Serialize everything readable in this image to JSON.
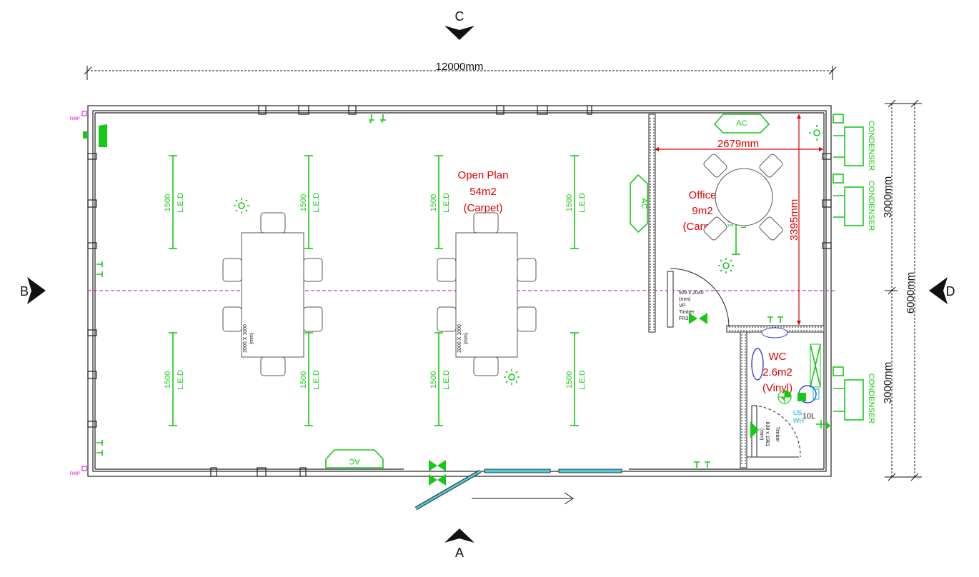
{
  "sections": {
    "top": "C",
    "bottom": "A",
    "left": "B",
    "right": "D"
  },
  "dimensions": {
    "overall_width": "12000mm",
    "overall_depth": "6000mm",
    "upper_depth": "3000mm",
    "lower_depth": "3000mm",
    "office_width": "2679mm",
    "office_depth": "3395mm"
  },
  "rooms": {
    "open_plan": {
      "name": "Open Plan",
      "area": "54m2",
      "finish": "(Carpet)"
    },
    "office": {
      "name": "Office",
      "area": "9m2",
      "finish": "(Carpet)"
    },
    "wc": {
      "name": "WC",
      "area": "2.6m2",
      "finish": "(Vinyl)"
    }
  },
  "lighting": {
    "led_length": "1500",
    "led_label": "L.E.D"
  },
  "equipment": {
    "ac_label": "AC",
    "condenser_label": "CONDENSER",
    "rwp_label": "RWP",
    "heater_label": "10L",
    "us_wh_line1": "US",
    "us_wh_line2": "WH"
  },
  "tables": {
    "size_line1": "2000 X 1000",
    "size_line2": "(mm)"
  },
  "doors": {
    "office_door_line1": "926 x 2040",
    "office_door_line2": "(mm)",
    "office_door_line3": "VP",
    "office_door_line4": "Timber",
    "office_door_line5": "FR3",
    "wc_door_line1": "838 x 1981",
    "wc_door_line2": "(mm)",
    "wc_door_line3": "Timber"
  }
}
